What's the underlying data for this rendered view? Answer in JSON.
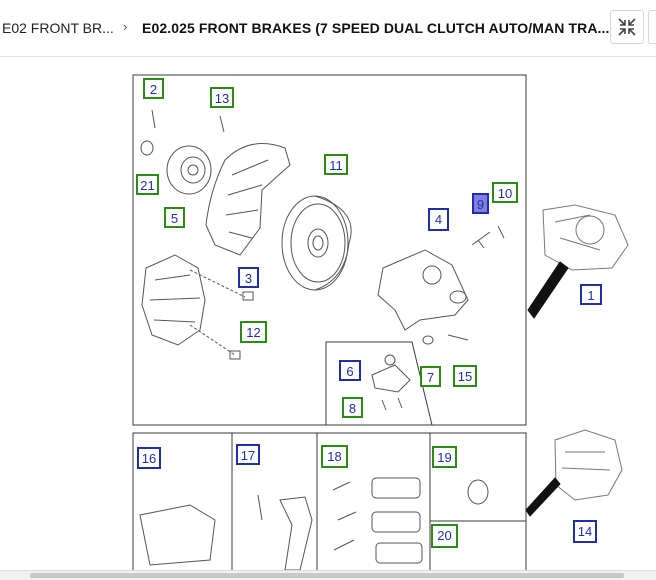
{
  "breadcrumb": {
    "parent": "E02 FRONT BR...",
    "separator": "›",
    "current": "E02.025 FRONT BRAKES (7 SPEED DUAL CLUTCH AUTO/MAN TRA..."
  },
  "toolbar": {
    "collapse_icon": "collapse-arrows-icon",
    "next_icon": "next-icon"
  },
  "callouts": [
    "1",
    "2",
    "3",
    "4",
    "5",
    "6",
    "7",
    "8",
    "9",
    "10",
    "11",
    "12",
    "13",
    "14",
    "15",
    "16",
    "17",
    "18",
    "19",
    "20",
    "21"
  ],
  "colors": {
    "blue": "#1f2fa8",
    "green": "#2d8a17",
    "selected": "#7f7fe0"
  }
}
